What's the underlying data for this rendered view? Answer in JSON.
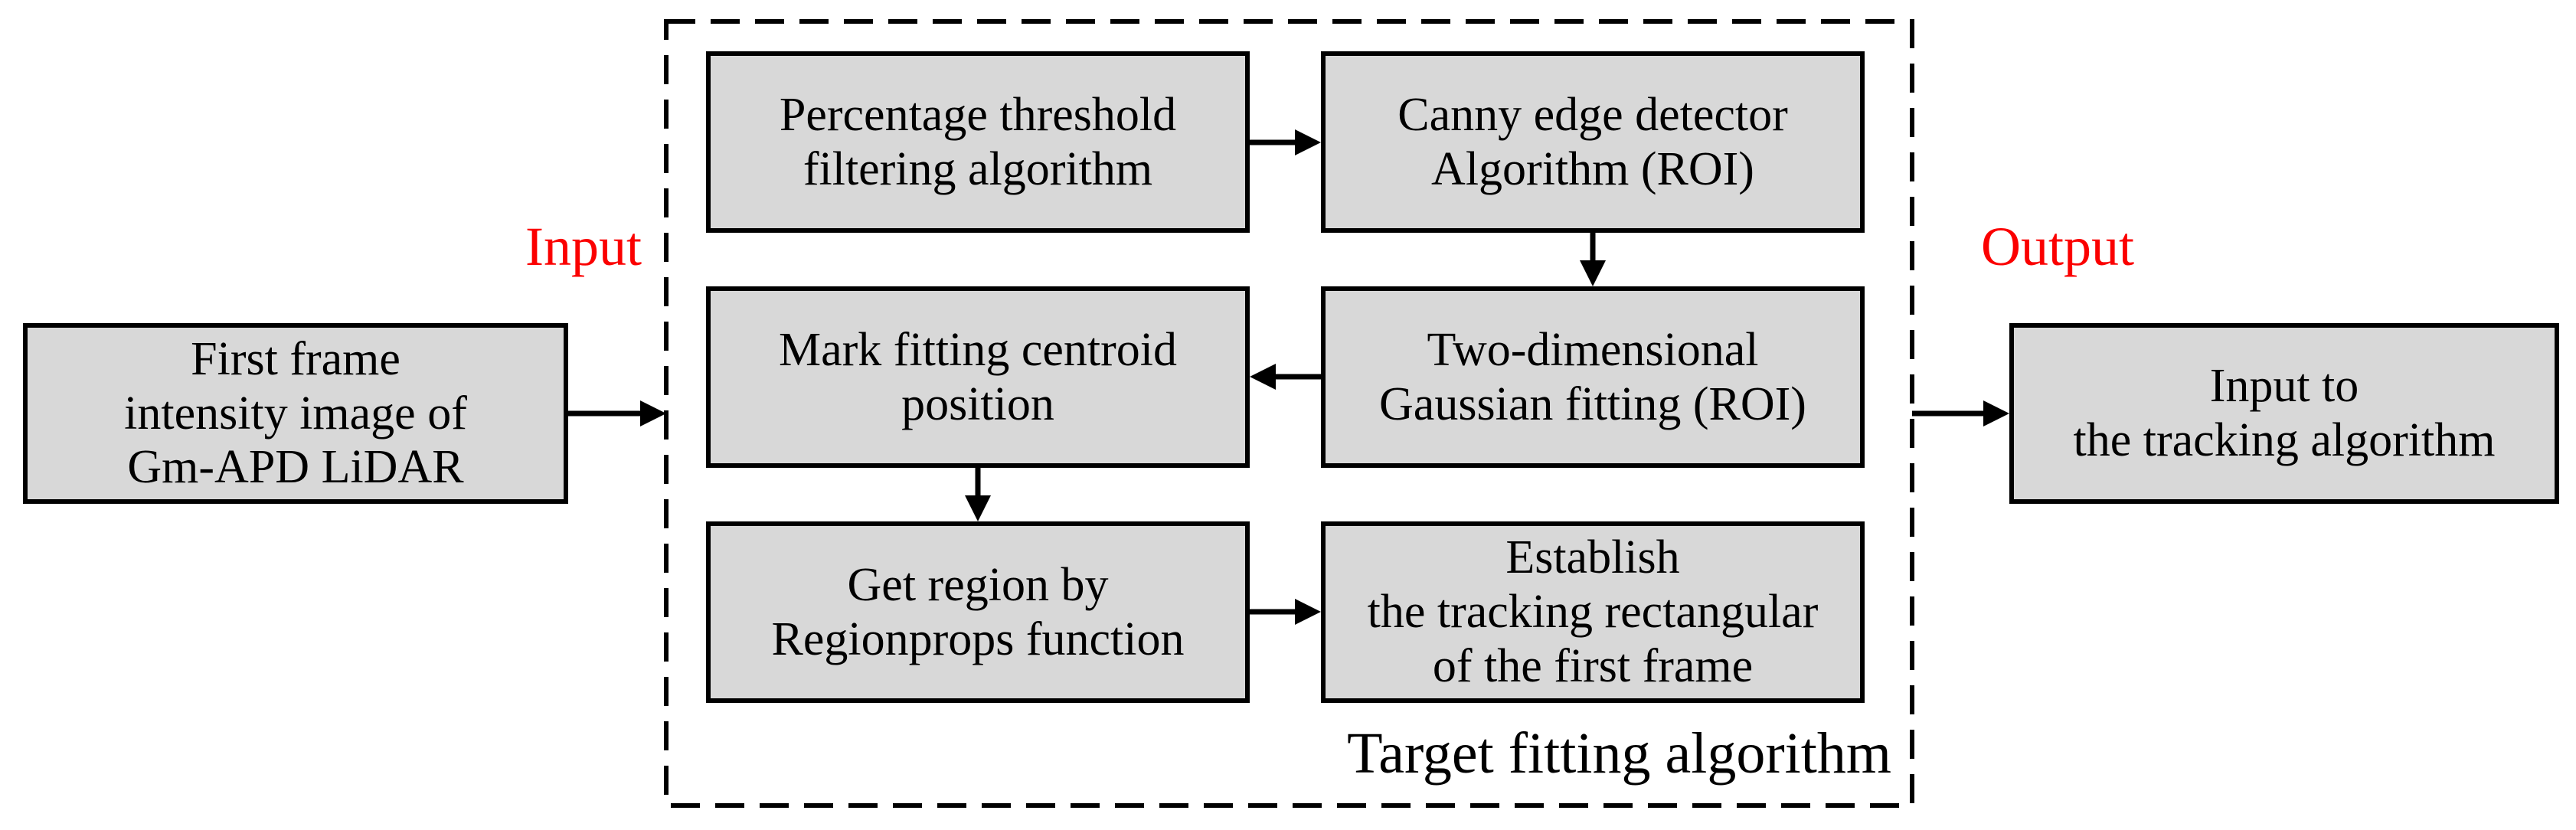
{
  "labels": {
    "input": "Input",
    "output": "Output",
    "container": "Target fitting algorithm"
  },
  "nodes": {
    "source": "First frame\nintensity image of\nGm-APD LiDAR",
    "percentage_threshold": "Percentage threshold\nfiltering algorithm",
    "canny_edge": "Canny edge detector\nAlgorithm (ROI)",
    "mark_centroid": "Mark fitting centroid\nposition",
    "gaussian_fitting": "Two-dimensional\nGaussian fitting (ROI)",
    "get_region": "Get region by\nRegionprops function",
    "establish_rect": "Establish\nthe tracking rectangular\nof the first frame",
    "sink": "Input to\nthe tracking algorithm"
  },
  "colors": {
    "node_fill": "#d8d8d8",
    "node_border": "#000000",
    "accent_red": "#fb0000",
    "line": "#000000"
  }
}
